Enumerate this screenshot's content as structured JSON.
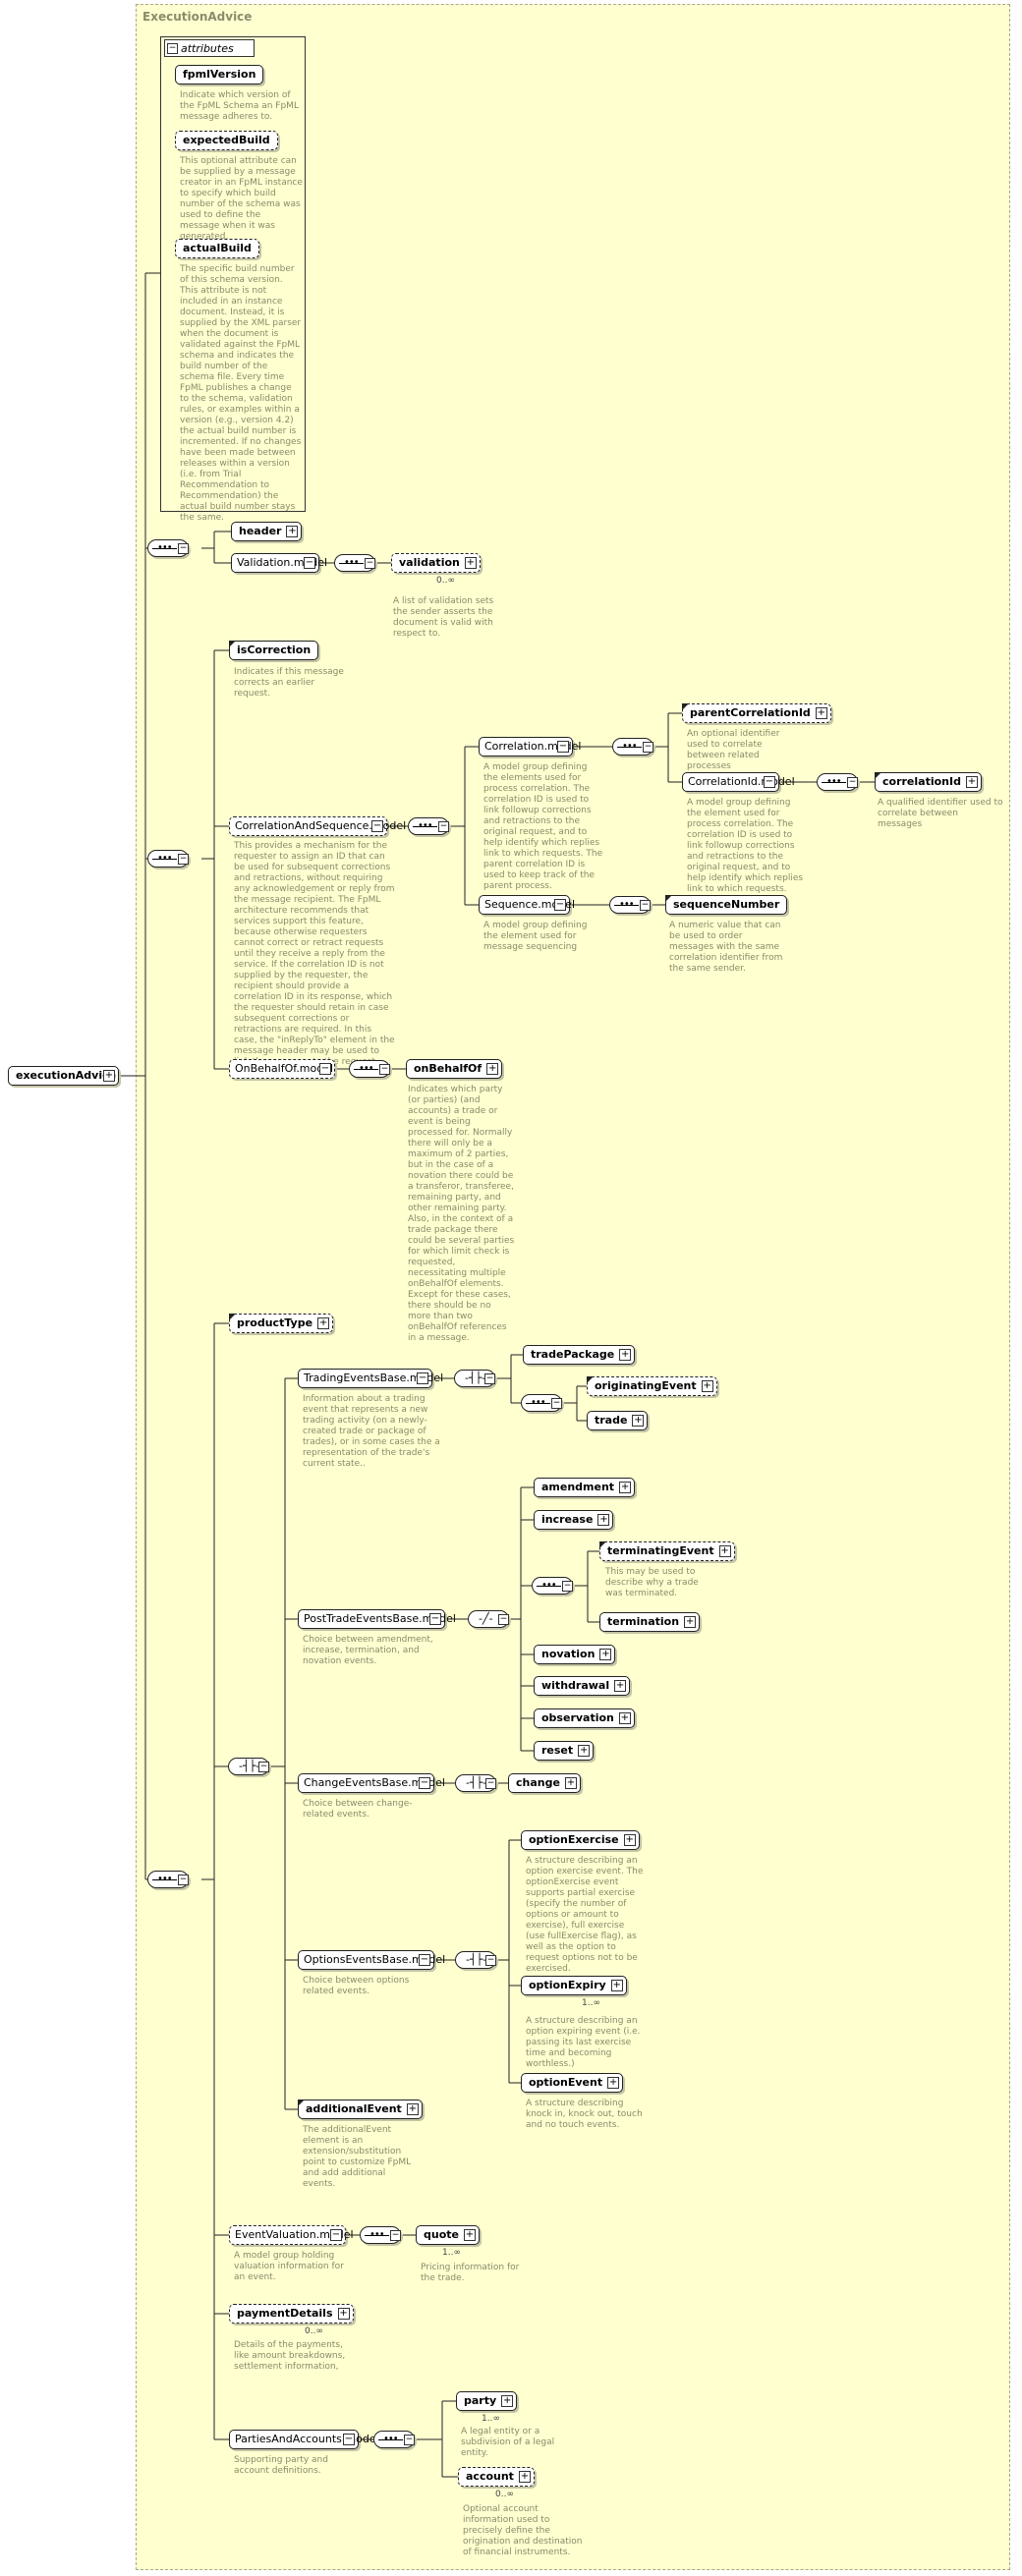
{
  "frame_title": "ExecutionAdvice",
  "root": "executionAdvice",
  "attributes": {
    "tab": "attributes",
    "fpml_version": "fpmlVersion",
    "fpml_version_desc": "Indicate which version of the FpML Schema an FpML message adheres to.",
    "expected_build": "expectedBuild",
    "expected_build_desc": "This optional attribute can be supplied by a message creator in an FpML instance to specify which build number of the schema was used to define the message when it was generated.",
    "actual_build": "actualBuild",
    "actual_build_desc": "The specific build number of this schema version. This attribute is not included in an instance document. Instead, it is supplied by the XML parser when the document is validated against the FpML schema and indicates the build number of the schema file. Every time FpML publishes a change to the schema, validation rules, or examples within a version (e.g., version 4.2) the actual build number is incremented. If no changes have been made between releases within a version (i.e. from Trial Recommendation to Recommendation) the actual build number stays the same."
  },
  "header": "header",
  "validation_model": "Validation.model",
  "validation": "validation",
  "validation_occ": "0..∞",
  "validation_desc": "A list of validation sets the sender asserts the document is valid with respect to.",
  "is_correction": "isCorrection",
  "is_correction_desc": "Indicates if this message corrects an earlier request.",
  "corr_seq_model": "CorrelationAndSequence.model",
  "corr_seq_desc": "This provides a mechanism for the requester to assign an ID that can be used for subsequent corrections and retractions, without requiring any acknowledgement or reply from the message recipient. The FpML architecture recommends that services support this feature, because otherwise requesters cannot correct or retract requests until they receive a reply from the service. If the correlation ID is not supplied by the requester, the recipient should provide a correlation ID in its response, which the requester should retain in case subsequent corrections or retractions are required. In this case, the \"inReplyTo\" element in the message header may be used to link the response to the request.",
  "correlation_model": "Correlation.model",
  "correlation_desc": "A model group defining the elements used for process correlation. The correlation ID is used to link followup corrections and retractions to the original request, and to help identify which replies link to which requests. The parent correlation ID is used to keep track of the parent process.",
  "parent_correlation_id": "parentCorrelationId",
  "parent_correlation_desc": "An optional identifier used to correlate between related processes",
  "correlation_id_model": "CorrelationId.model",
  "correlation_id_model_desc": "A model group defining the element used for process correlation. The correlation ID is used to link followup corrections and retractions to the original request, and to help identify which replies link to which requests.",
  "correlation_id": "correlationId",
  "correlation_id_desc": "A qualified identifier used to correlate between messages",
  "sequence_model": "Sequence.model",
  "sequence_model_desc": "A model group defining the element used for message sequencing",
  "sequence_number": "sequenceNumber",
  "sequence_number_desc": "A numeric value that can be used to order messages with the same correlation identifier from the same sender.",
  "on_behalf_model": "OnBehalfOf.model",
  "on_behalf_of": "onBehalfOf",
  "on_behalf_desc": "Indicates which party (or parties) (and accounts) a trade or event is being processed for. Normally there will only be a maximum of 2 parties, but in the case of a novation there could be a transferor, transferee, remaining party, and other remaining party. Also, in the context of a trade package there could be several parties for which limit check is requested, necessitating multiple onBehalfOf elements. Except for these cases, there should be no more than two onBehalfOf references in a message.",
  "product_type": "productType",
  "trading_model": "TradingEventsBase.model",
  "trading_desc": "Information about a trading event that represents a new trading activity (on a newly-created trade or package of trades), or in some cases the a representation of the trade's current state..",
  "trade_package": "tradePackage",
  "originating_event": "originatingEvent",
  "trade": "trade",
  "post_trade_model": "PostTradeEventsBase.model",
  "post_trade_desc": "Choice between amendment, increase, termination, and novation events.",
  "amendment": "amendment",
  "increase": "increase",
  "terminating_event": "terminatingEvent",
  "terminating_desc": "This may be used to describe why a trade was terminated.",
  "termination": "termination",
  "novation": "novation",
  "withdrawal": "withdrawal",
  "observation": "observation",
  "reset": "reset",
  "change_model": "ChangeEventsBase.model",
  "change_desc": "Choice between change-related events.",
  "change": "change",
  "options_model": "OptionsEventsBase.model",
  "options_desc": "Choice between options related events.",
  "option_exercise": "optionExercise",
  "option_exercise_desc": "A structure describing an option exercise event. The optionExercise event supports partial exercise (specify the number of options or amount to exercise), full exercise (use fullExercise flag), as well as the option to request options not to be exercised.",
  "option_expiry": "optionExpiry",
  "option_expiry_occ": "1..∞",
  "option_expiry_desc": "A structure describing an option expiring event (i.e. passing its last exercise time and becoming worthless.)",
  "option_event": "optionEvent",
  "option_event_desc": "A structure describing knock in, knock out, touch and no touch events.",
  "additional_event": "additionalEvent",
  "additional_event_desc": "The additionalEvent element is an extension/substitution point to customize FpML and add additional events.",
  "event_valuation_model": "EventValuation.model",
  "event_valuation_desc": "A model group holding valuation information for an event.",
  "quote": "quote",
  "quote_occ": "1..∞",
  "quote_desc": "Pricing information for the trade.",
  "payment_details": "paymentDetails",
  "payment_details_occ": "0..∞",
  "payment_details_desc": "Details of the payments, like amount breakdowns, settlement information,",
  "parties_model": "PartiesAndAccounts.model",
  "parties_desc": "Supporting party and account definitions.",
  "party": "party",
  "party_occ": "1..∞",
  "party_desc": "A legal entity or a subdivision of a legal entity.",
  "account": "account",
  "account_occ": "0..∞",
  "account_desc": "Optional account information used to precisely define the origination and destination of financial instruments."
}
